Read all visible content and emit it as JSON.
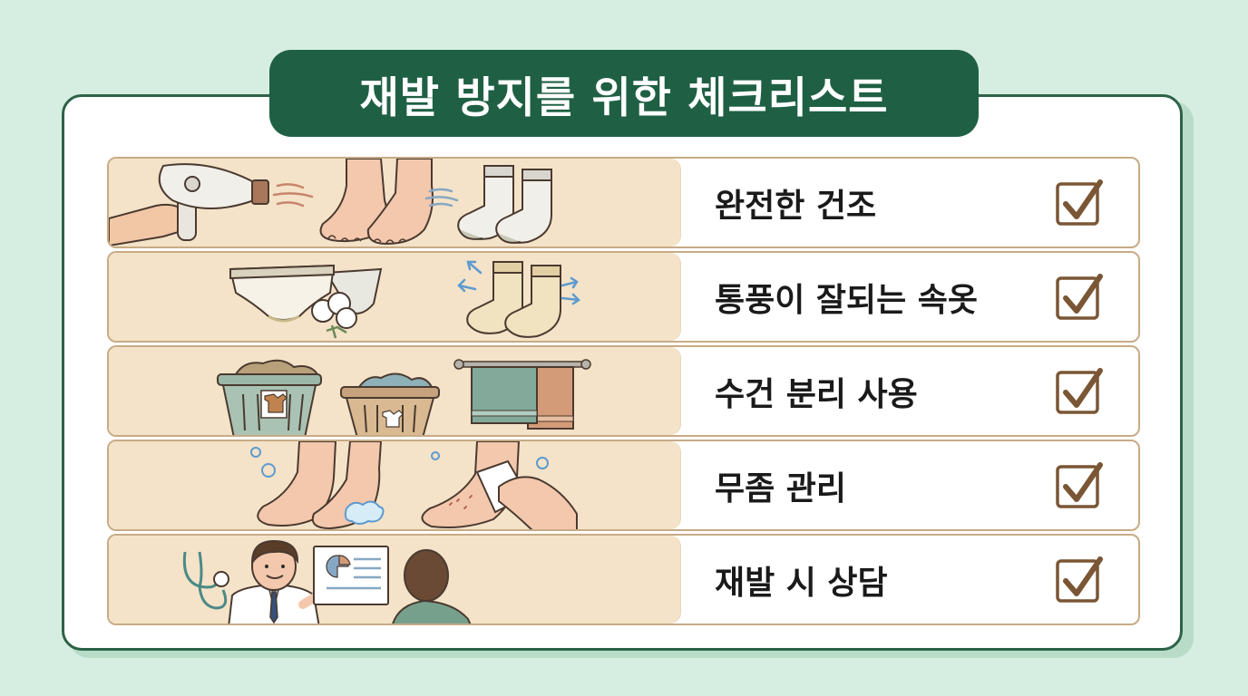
{
  "title": "재발 방지를 위한 체크리스트",
  "colors": {
    "background": "#d6eee1",
    "banner": "#1f6044",
    "card_border": "#2d6247",
    "row_border": "#c7ab86",
    "illustration_bg": "#f4e3c8",
    "checkmark": "#7a5635"
  },
  "items": [
    {
      "label": "완전한 건조",
      "checked": true,
      "illustration": [
        "hair-dryer-icon",
        "bare-feet-icon",
        "dry-socks-icon"
      ]
    },
    {
      "label": "통풍이 잘되는 속옷",
      "checked": true,
      "illustration": [
        "cotton-underwear-icon",
        "cotton-flower-icon",
        "breathable-socks-icon"
      ]
    },
    {
      "label": "수건 분리 사용",
      "checked": true,
      "illustration": [
        "laundry-basket-green-icon",
        "laundry-basket-brown-icon",
        "towel-rack-icon"
      ]
    },
    {
      "label": "무좀 관리",
      "checked": true,
      "illustration": [
        "washing-feet-icon",
        "foot-wiping-icon"
      ]
    },
    {
      "label": "재발 시 상담",
      "checked": true,
      "illustration": [
        "stethoscope-icon",
        "doctor-icon",
        "chart-board-icon",
        "patient-icon"
      ]
    }
  ]
}
